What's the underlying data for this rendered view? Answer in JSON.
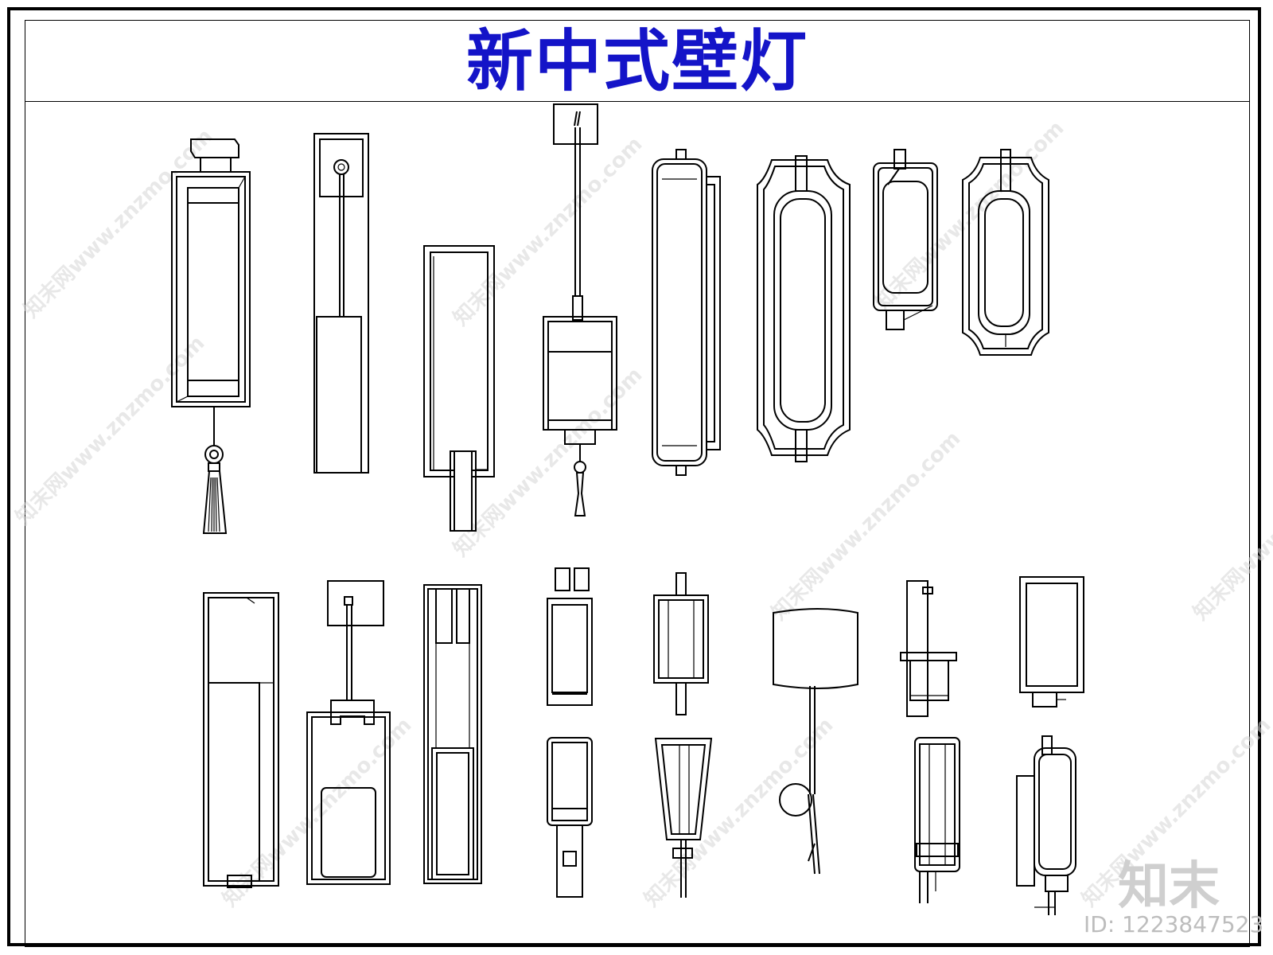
{
  "title": "新中式壁灯",
  "watermark_text": "知末网www.znzmo.com",
  "brand_logo": "知末",
  "image_id": "ID: 1223847523",
  "colors": {
    "title": "#1414c8",
    "line": "#000000",
    "watermark": "#d6d6d6"
  },
  "lamps_row1": [
    "lamp-tassel-frame",
    "lamp-slab-pendant-rod",
    "lamp-panel-offset-block",
    "lamp-hanging-lantern",
    "lamp-long-capsule",
    "lamp-scalloped-capsule",
    "lamp-small-frame-capsule",
    "lamp-small-scalloped-capsule"
  ],
  "lamps_row2": [
    "lamp-tall-box",
    "lamp-rod-lantern",
    "lamp-double-panel",
    "lamp-small-block",
    "lamp-cylinder-rod",
    "lamp-drum-shade-stem",
    "lamp-small-cup",
    "lamp-small-box",
    "lamp-small-tube",
    "lamp-cone-shade",
    "lamp-tube-bracket",
    "lamp-side-tube"
  ]
}
